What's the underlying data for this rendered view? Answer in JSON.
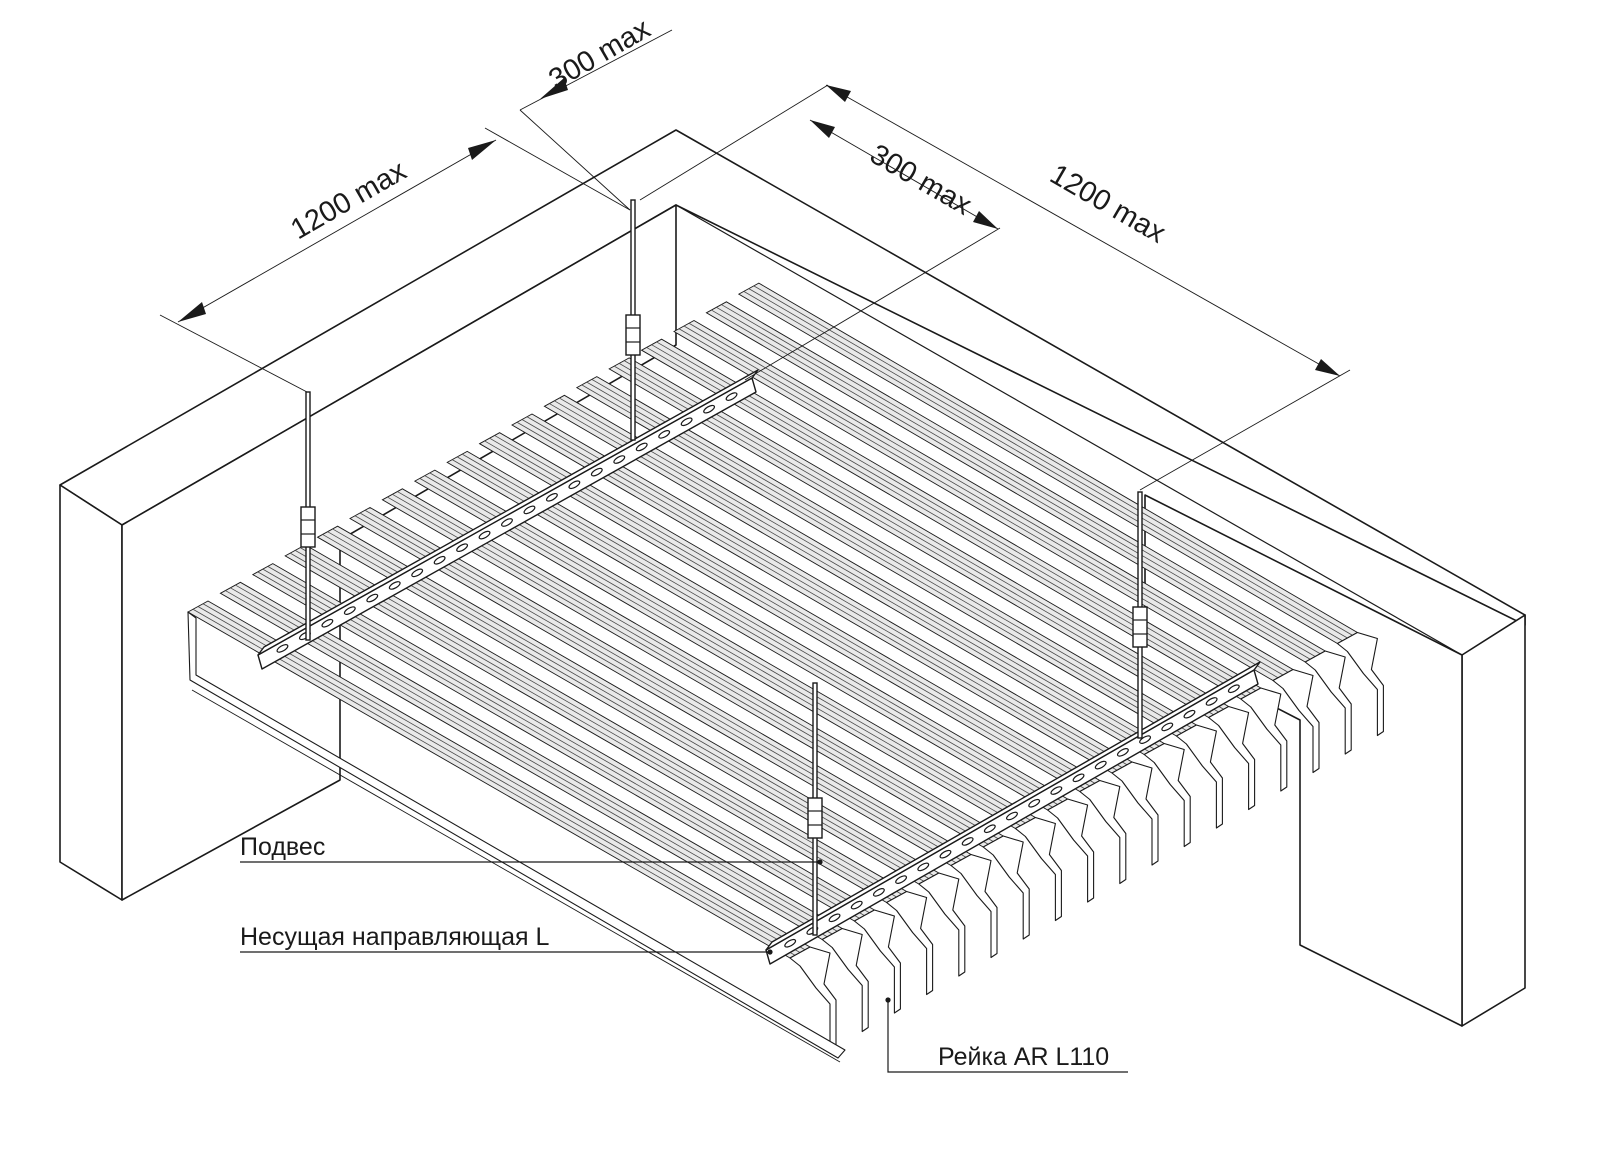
{
  "dimensions": {
    "left_width": "1200 max",
    "left_offset": "300 max",
    "right_offset": "300 max",
    "right_width": "1200 max"
  },
  "labels": {
    "hanger": "Подвес",
    "carrier_rail": "Несущая направляющая L",
    "slat": "Рейка AR L110"
  },
  "colors": {
    "line": "#1a1a1a",
    "slat_fill": "#e9e9e9",
    "background": "#ffffff"
  }
}
